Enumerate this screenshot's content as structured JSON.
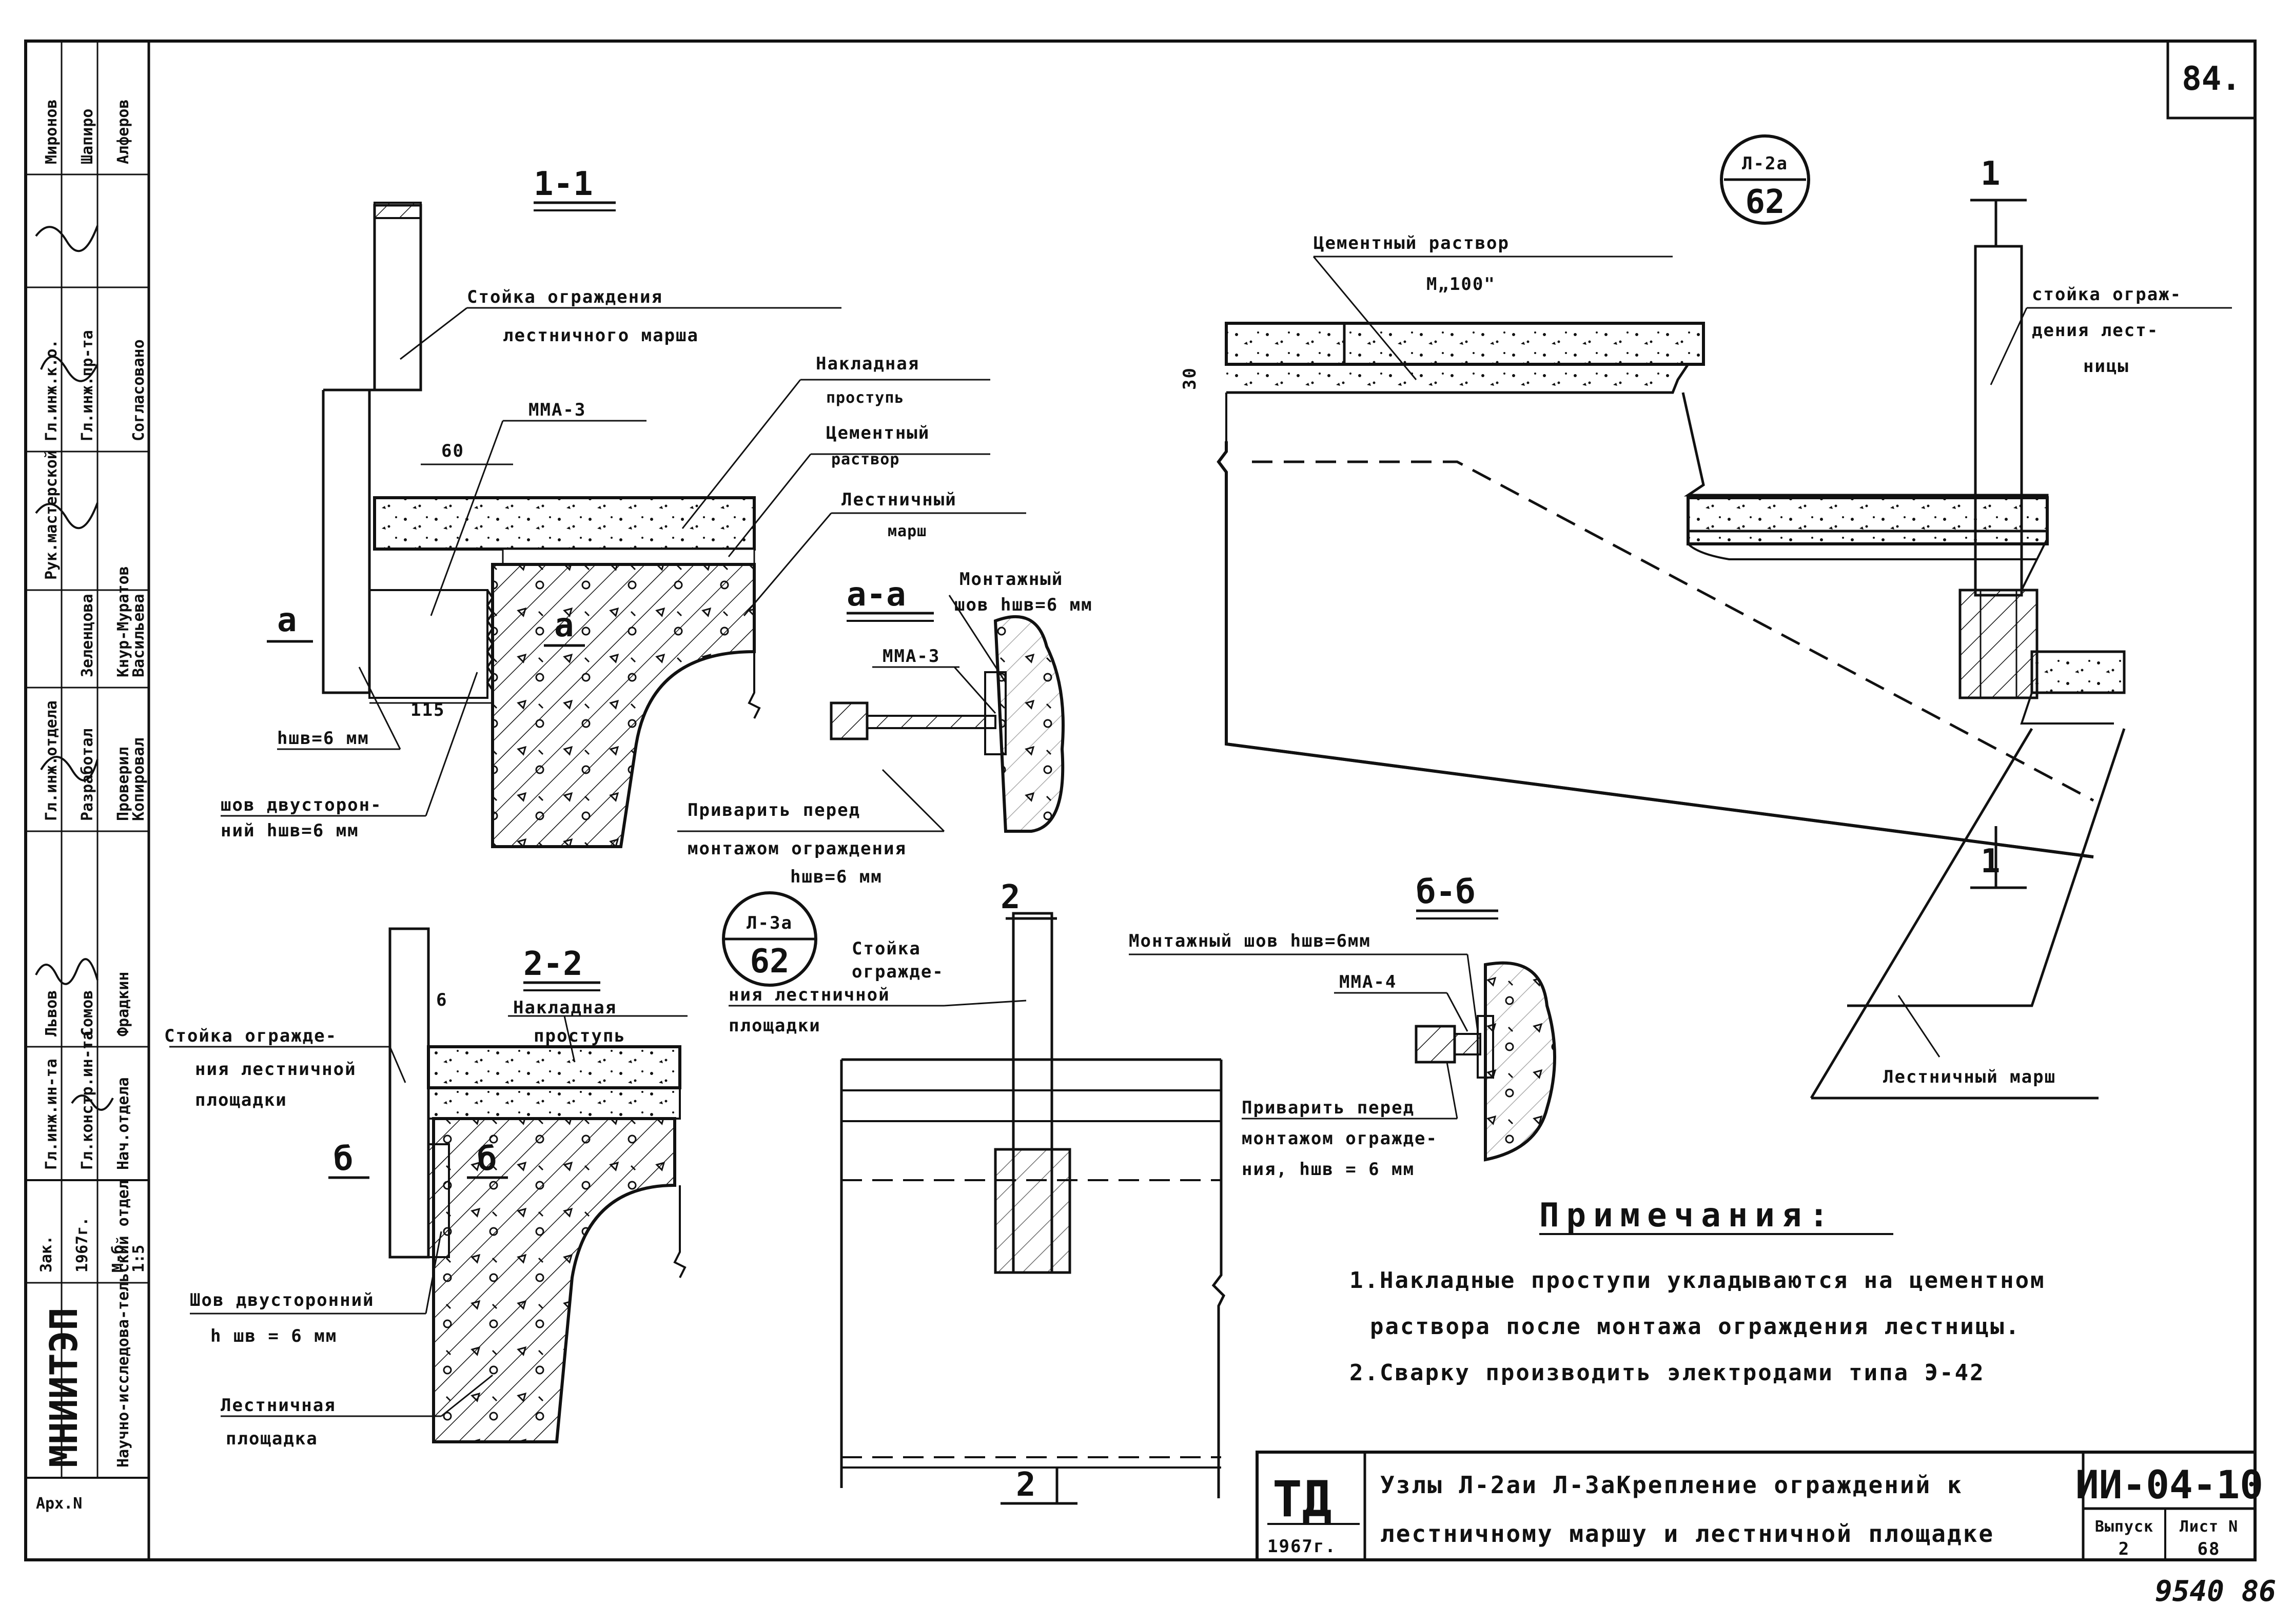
{
  "sheet": {
    "page_number": "84.",
    "handwritten_number": "9540 86"
  },
  "sections": {
    "s11": "1-1",
    "saa": "a-a",
    "s22": "2-2",
    "sbb": "б-б",
    "cut_1_top": "1",
    "cut_1_bottom": "1",
    "cut_2_top": "2",
    "cut_2_bottom": "2",
    "mark_a": "a",
    "mark_a2": "a",
    "mark_b": "б",
    "mark_b2": "б"
  },
  "callouts": {
    "node_l2a_top": "Л-2а",
    "node_l2a_bottom": "62",
    "node_l3a_top": "Л-3а",
    "node_l3a_bottom": "62"
  },
  "labels": {
    "stoika_marsha_1": "Стойка ограждения",
    "stoika_marsha_2": "лестничного марша",
    "mma3": "ММА-3",
    "dim60": "60",
    "dim115": "115",
    "nakladnaya_1": "Накладная",
    "nakladnaya_2": "проступь",
    "cement_1": "Цементный",
    "cement_2": "раствор",
    "marsh_1": "Лестничный",
    "marsh_2": "марш",
    "hwb_left": "hшв=6 мм",
    "shov_dvust_1": "шов двусторон-",
    "shov_dvust_2": "ний hшв=6 мм",
    "montazh_shov_1": "Монтажный",
    "montazh_shov_2": "шов hшв=6 мм",
    "mma3_aa": "ММА-3",
    "privarit_1": "Приварить перед",
    "privarit_2": "монтажом ограждения",
    "privarit_3": "hшв=6 мм",
    "cement_top_1": "Цементный раствор",
    "cement_top_2": "М„100\"",
    "dim30": "30",
    "stoika_right_1": "стойка ограж-",
    "stoika_right_2": "дения лест-",
    "stoika_right_3": "ницы",
    "marsh_right": "Лестничный марш",
    "dim6": "6",
    "stoika_ploshch_1": "Стойка огражде-",
    "stoika_ploshch_2": "ния лестничной",
    "stoika_ploshch_3": "площадки",
    "nakladnaya22_1": "Накладная",
    "nakladnaya22_2": "проступь",
    "shov22_1": "Шов двусторонний",
    "shov22_2": "h шв = 6 мм",
    "ploshch_1": "Лестничная",
    "ploshch_2": "площадка",
    "stoika_mid_1": "Стойка",
    "stoika_mid_2": "огражде-",
    "stoika_mid_3": "ния лестничной",
    "stoika_mid_4": "площадки",
    "montazh_bb": "Монтажный шов hшв=6мм",
    "mma4": "ММА-4",
    "privarit_bb_1": "Приварить перед",
    "privarit_bb_2": "монтажом огражде-",
    "privarit_bb_3": "ния, hшв = 6 мм"
  },
  "notes": {
    "title": "Примечания:",
    "line1": "1.Накладные проступи укладываются на цементном",
    "line2": "раствора после монтажа ограждения лестницы.",
    "line3": "2.Сварку производить электродами типа Э-42"
  },
  "title_block": {
    "td": "ТД",
    "year": "1967г.",
    "title_line1": "Узлы Л-2аи Л-3аКрепление ограждений к",
    "title_line2": "лестничному маршу и лестничной площадке",
    "code": "ИИ-04-10",
    "vypusk_label": "Выпуск",
    "vypusk_value": "2",
    "list_label": "Лист N",
    "list_value": "68"
  },
  "side_stamp": {
    "org": "МНИИТЭП",
    "dept": "Научно-исследова-тельский отдел",
    "arch": "Арх.N",
    "zak": "Зак.",
    "year": "1967г.",
    "scale_label": "М-б",
    "scale_value": "1:5",
    "roles": [
      "Гл.инж.ин-та",
      "Гл.констр.ин-та",
      "Нач.отдела",
      "Гл.инж.отдела",
      "Разработал",
      "Проверил",
      "Копировал",
      "Рук.мастерской",
      "Гл.инж.к.о.",
      "Гл.инж.пр-та",
      "Согласовано"
    ],
    "names": [
      "Львов",
      "Сомов",
      "Фрадкин",
      "Зеленцова",
      "Кнур-Муратов",
      "Васильева",
      "Миронов",
      "Шапиро",
      "Алферов"
    ]
  }
}
